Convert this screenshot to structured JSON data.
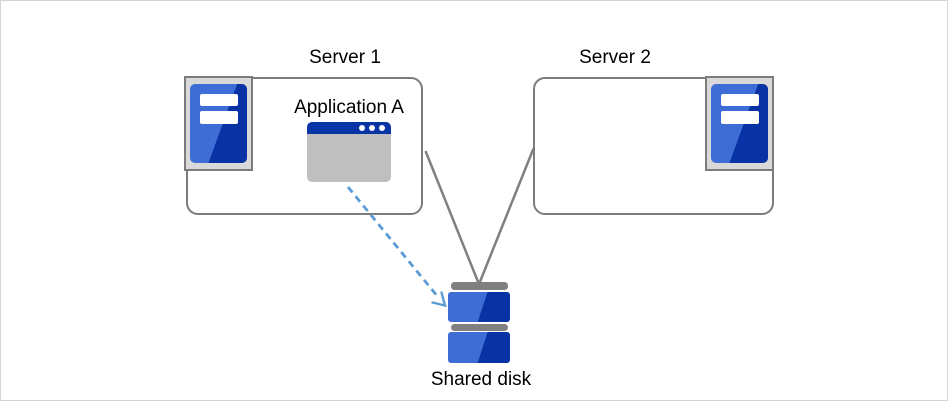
{
  "labels": {
    "server1": "Server 1",
    "server2": "Server 2",
    "application": "Application A",
    "shared_disk": "Shared disk"
  },
  "icons": {
    "server1_icon": "server-tower-icon",
    "server2_icon": "server-tower-icon",
    "application_icon": "application-window-icon",
    "shared_disk_icon": "disk-stack-icon"
  },
  "connections": [
    {
      "from": "server1-box",
      "to": "shared-disk",
      "style": "solid-gray-line"
    },
    {
      "from": "server2-box",
      "to": "shared-disk",
      "style": "solid-gray-line"
    },
    {
      "from": "application-window",
      "to": "shared-disk",
      "style": "dashed-blue-arrow"
    }
  ],
  "colors": {
    "canvas_border": "#d4d4d4",
    "box_border": "#7c7c7c",
    "line_gray": "#808080",
    "icon_bg": "#d9d9d9",
    "icon_blue_light": "#3e6ed5",
    "icon_blue_dark": "#0933a4",
    "window_titlebar": "#0834a4",
    "window_body": "#bfbfbf",
    "arrow_blue": "#5b9bd5"
  }
}
